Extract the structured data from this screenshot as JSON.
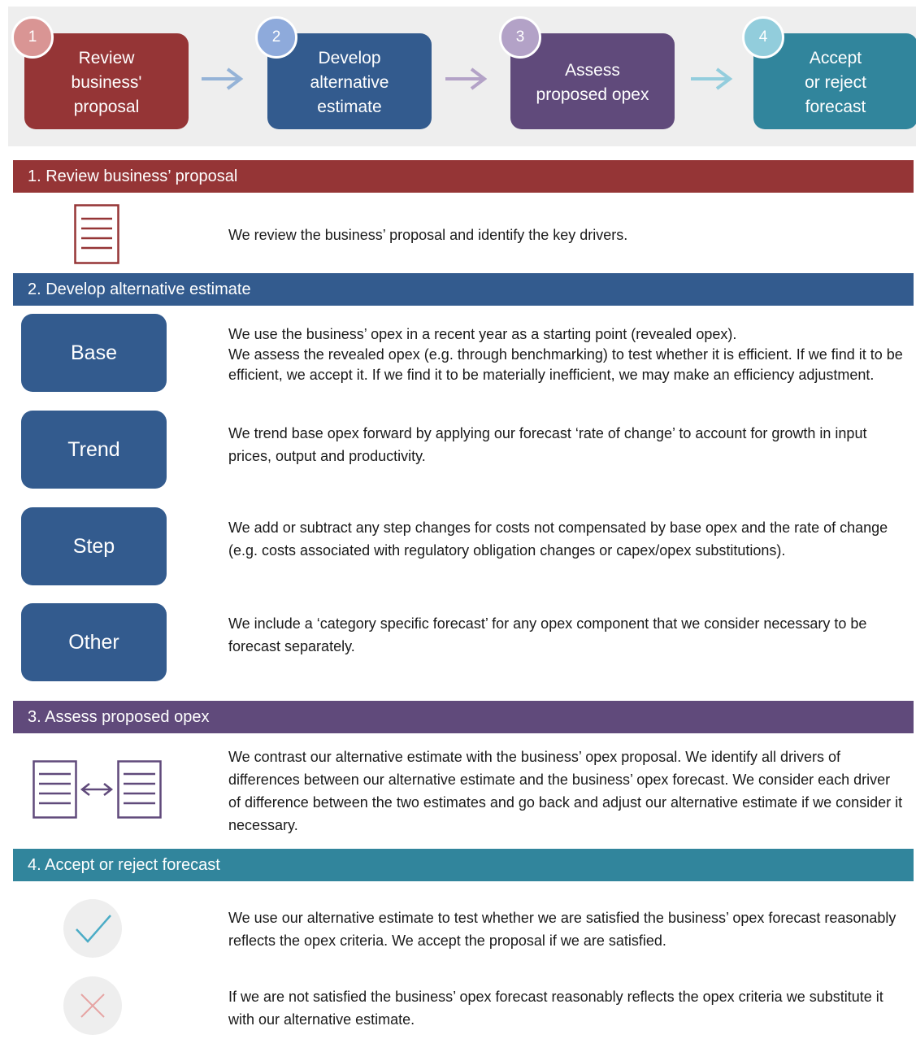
{
  "colors": {
    "step1": "#953536",
    "step2": "#335b8e",
    "step3": "#604a7b",
    "step4": "#31859c",
    "arrow2": "#95b3d7",
    "arrow3": "#b3a2c7",
    "arrow4": "#93cddd"
  },
  "process": {
    "steps": [
      {
        "number": "1",
        "label": "Review\nbusiness'\nproposal"
      },
      {
        "number": "2",
        "label": "Develop\nalternative\nestimate"
      },
      {
        "number": "3",
        "label": "Assess\nproposed opex"
      },
      {
        "number": "4",
        "label": "Accept\nor reject\nforecast"
      }
    ]
  },
  "sections": {
    "review": {
      "heading": "1. Review business’ proposal",
      "icon": "document-icon",
      "text": "We review the business’ proposal and identify the key drivers."
    },
    "develop": {
      "heading": "2. Develop alternative estimate",
      "items": [
        {
          "label": "Base",
          "text": "We use the business’ opex in a recent year as a starting point (revealed opex).\nWe assess the revealed opex (e.g. through benchmarking) to test whether it is efficient. If we find it to be efficient, we accept it. If we find it to be materially inefficient, we may make an efficiency adjustment."
        },
        {
          "label": "Trend",
          "text": "We trend base opex forward by applying our forecast ‘rate of change’ to account for growth in input prices, output and productivity."
        },
        {
          "label": "Step",
          "text": "We add or subtract any step changes for costs not compensated by base opex and the rate of change (e.g. costs associated with regulatory obligation changes or capex/opex substitutions)."
        },
        {
          "label": "Other",
          "text": "We include a ‘category specific forecast’ for any opex component that we consider necessary to be forecast separately."
        }
      ]
    },
    "assess": {
      "heading": "3. Assess proposed opex",
      "icon": "compare-documents-icon",
      "text": "We contrast our alternative estimate with the business’ opex proposal. We identify all drivers of differences between our alternative estimate and the business’ opex forecast. We consider each driver of difference between the two estimates and go back and adjust our alternative estimate if we consider it necessary."
    },
    "accept": {
      "heading": "4. Accept or reject forecast",
      "accept_icon": "checkmark-icon",
      "accept_text": "We use our alternative estimate to test whether we are satisfied the business’ opex forecast reasonably reflects the opex criteria. We accept the proposal if we are satisfied.",
      "reject_icon": "cross-icon",
      "reject_text": "If we are not satisfied the business’ opex forecast reasonably reflects the opex criteria we substitute it with our alternative estimate."
    }
  }
}
